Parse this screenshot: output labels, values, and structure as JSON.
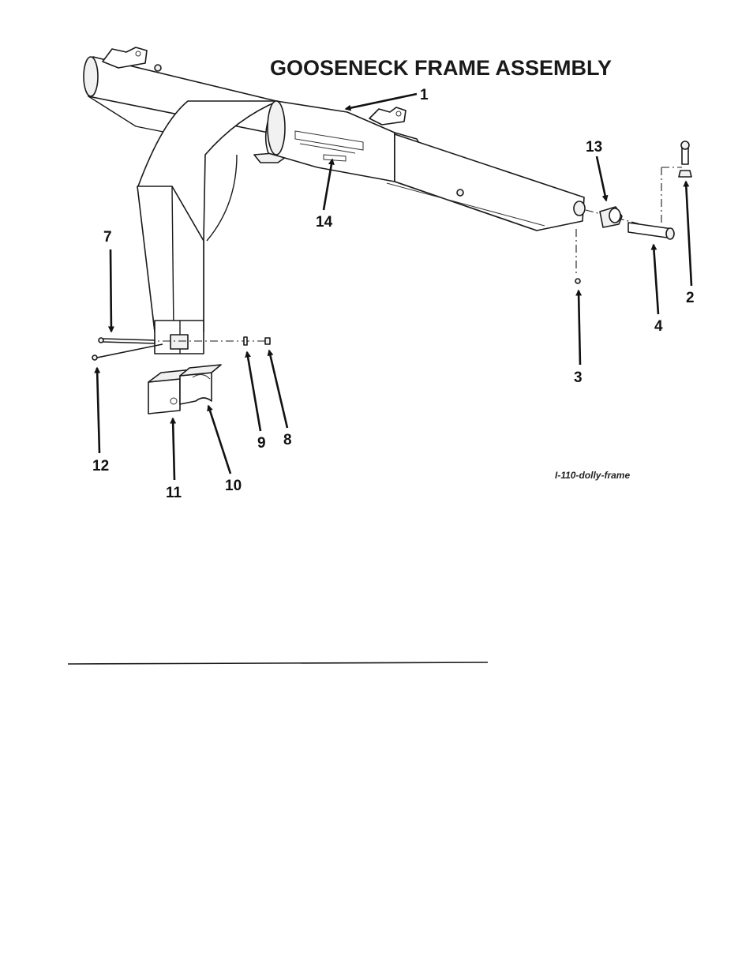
{
  "title": "GOOSENECK FRAME ASSEMBLY",
  "drawing_ref": "I-110-dolly-frame",
  "callouts": [
    {
      "id": "1",
      "label": "1"
    },
    {
      "id": "2",
      "label": "2"
    },
    {
      "id": "3",
      "label": "3"
    },
    {
      "id": "4",
      "label": "4"
    },
    {
      "id": "7",
      "label": "7"
    },
    {
      "id": "8",
      "label": "8"
    },
    {
      "id": "9",
      "label": "9"
    },
    {
      "id": "10",
      "label": "10"
    },
    {
      "id": "11",
      "label": "11"
    },
    {
      "id": "12",
      "label": "12"
    },
    {
      "id": "13",
      "label": "13"
    },
    {
      "id": "14",
      "label": "14"
    }
  ],
  "colors": {
    "ink": "#1a1a1a",
    "paper": "#ffffff"
  }
}
